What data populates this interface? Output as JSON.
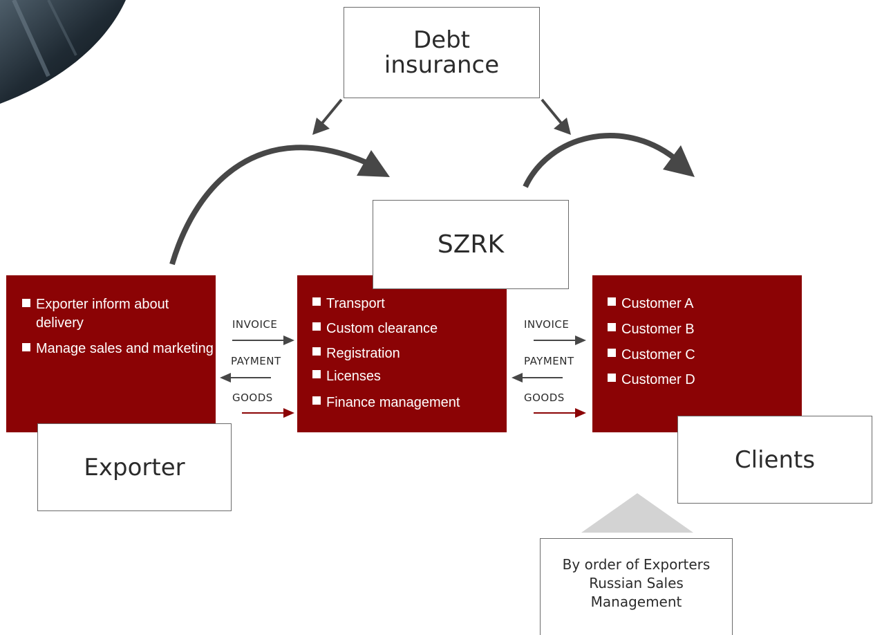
{
  "debt_insurance": "Debt\ninsurance",
  "szrk": "SZRK",
  "exporter": {
    "title": "Exporter",
    "items": [
      "Exporter inform about delivery",
      "Manage sales and marketing"
    ]
  },
  "szrk_services": {
    "items": [
      "Transport",
      "Custom clearance",
      "Registration",
      "Licenses",
      "Finance management"
    ]
  },
  "clients": {
    "title": "Clients",
    "items": [
      "Customer A",
      "Customer B",
      "Customer C",
      "Customer D"
    ]
  },
  "flows_left": {
    "invoice": "INVOICE",
    "payment": "PAYMENT",
    "goods": "GOODS"
  },
  "flows_right": {
    "invoice": "INVOICE",
    "payment": "PAYMENT",
    "goods": "GOODS"
  },
  "note": "By order of Exporters Russian Sales Management",
  "colors": {
    "box_red": "#8b0305",
    "arrow_dark": "#474747",
    "arrow_red": "#8b0305",
    "triangle_gray": "#d3d3d3"
  }
}
